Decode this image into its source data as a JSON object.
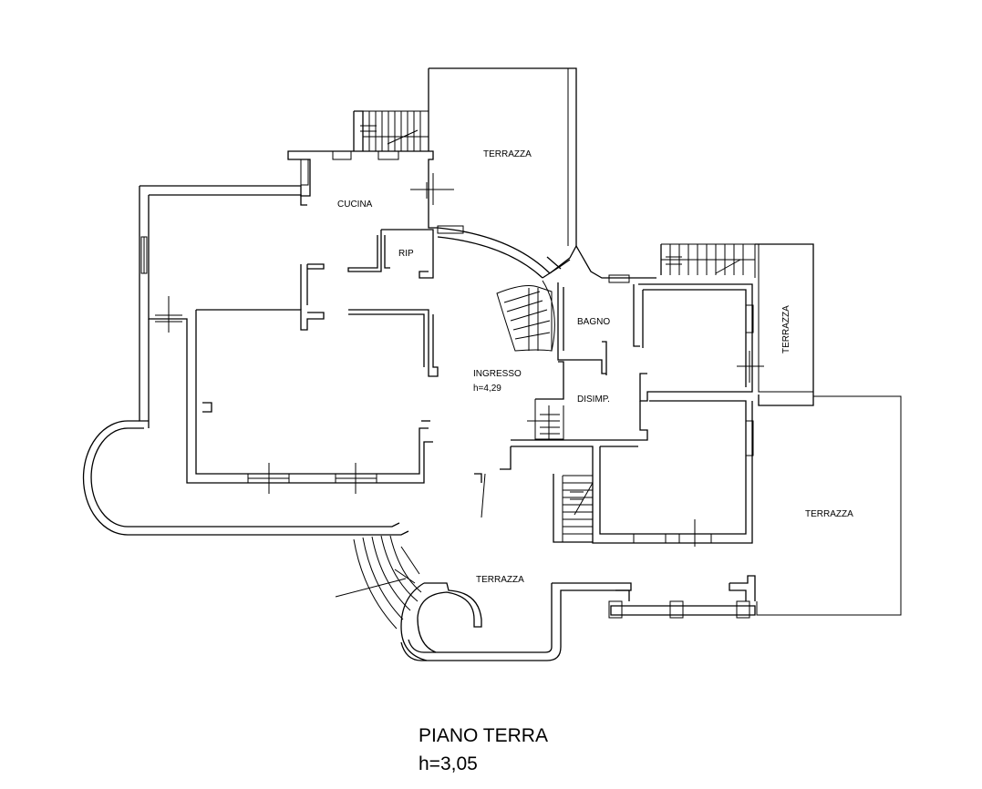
{
  "rooms": {
    "terrazza_top": "TERRAZZA",
    "cucina": "CUCINA",
    "rip": "RIP",
    "bagno": "BAGNO",
    "terrazza_right": "TERRAZZA",
    "ingresso": "INGRESSO",
    "ingresso_height": "h=4,29",
    "disimp": "DISIMP.",
    "terrazza_bottom_right": "TERRAZZA",
    "terrazza_bottom": "TERRAZZA"
  },
  "caption": {
    "title": "PIANO TERRA",
    "height": "h=3,05"
  }
}
